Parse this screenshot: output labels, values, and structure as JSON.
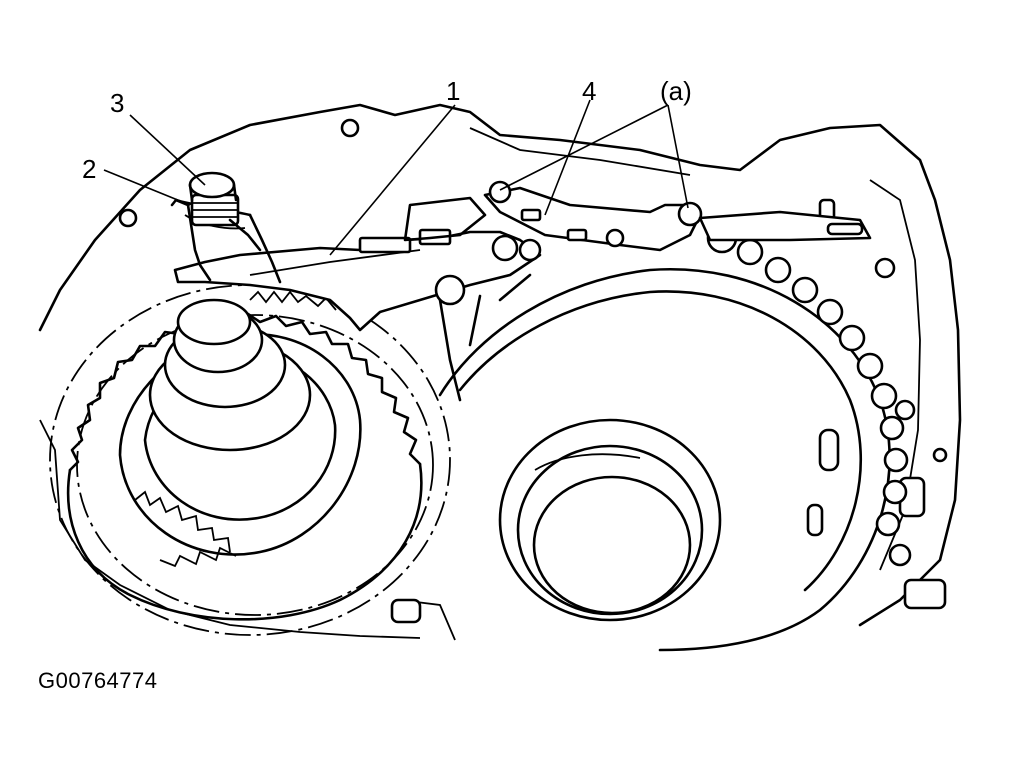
{
  "callouts": [
    {
      "id": "callout-1",
      "label": "1"
    },
    {
      "id": "callout-2",
      "label": "2"
    },
    {
      "id": "callout-3",
      "label": "3"
    },
    {
      "id": "callout-4",
      "label": "4"
    },
    {
      "id": "callout-a",
      "label": "(a)"
    }
  ],
  "figure_id": "G00764774",
  "colors": {
    "line": "#000000",
    "background": "#ffffff"
  }
}
